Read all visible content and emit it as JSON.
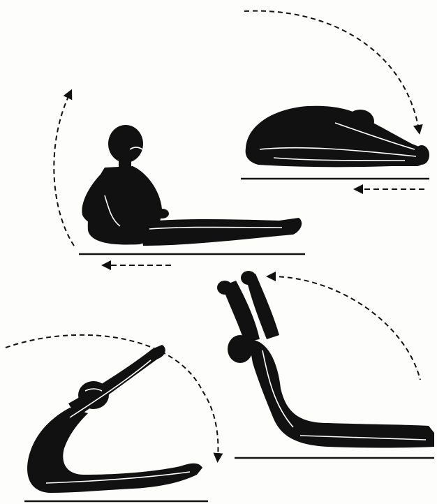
{
  "illustration": {
    "figure_color": "#111111",
    "highlight_color": "#ffffff",
    "paper_color": "#fdfdfb",
    "arrow_style": "dashed",
    "panels": [
      {
        "id": "seated-upright",
        "arrow": "curved-up-left",
        "floor_arrow": "left"
      },
      {
        "id": "seated-forward-fold",
        "arrow": "curved-down-right",
        "floor_arrow": "left"
      },
      {
        "id": "lying-arms-overhead",
        "arrow": "curved-right"
      },
      {
        "id": "rising-reach-forward",
        "arrow": "curved-down-right"
      }
    ]
  }
}
